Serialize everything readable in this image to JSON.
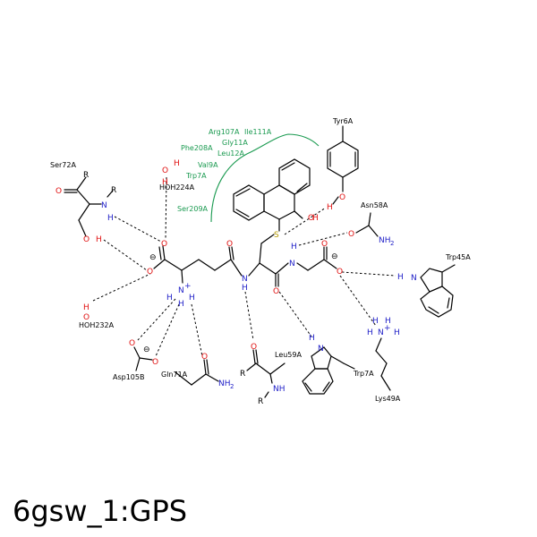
{
  "caption": "6gsw_1:GPS",
  "colors": {
    "bond": "#000000",
    "nitrogen": "#2121c8",
    "oxygen": "#e01010",
    "sulfur": "#b59a00",
    "hydrophobic": "#1a9a50"
  },
  "residues": {
    "ser72a": "Ser72A",
    "hoh224a": "HOH224A",
    "hoh232a": "HOH232A",
    "asp105b": "Asp105B",
    "gln71a": "Gln71A",
    "leu59a": "Leu59A",
    "trp7a_bottom": "Trp7A",
    "lys49a": "Lys49A",
    "trp45a": "Trp45A",
    "asn58a": "Asn58A",
    "tyr6a": "Tyr6A"
  },
  "hydrophobic_contacts": [
    "Arg107A",
    "Ile111A",
    "Gly11A",
    "Phe208A",
    "Leu12A",
    "Val9A",
    "Trp7A",
    "Ser209A"
  ],
  "atoms": {
    "N": "N",
    "O": "O",
    "S": "S",
    "H": "H",
    "R": "R",
    "NH": "NH",
    "NH2": "NH",
    "sub2": "2",
    "NHplus": "N",
    "plus": "+",
    "minus": "⊖"
  }
}
